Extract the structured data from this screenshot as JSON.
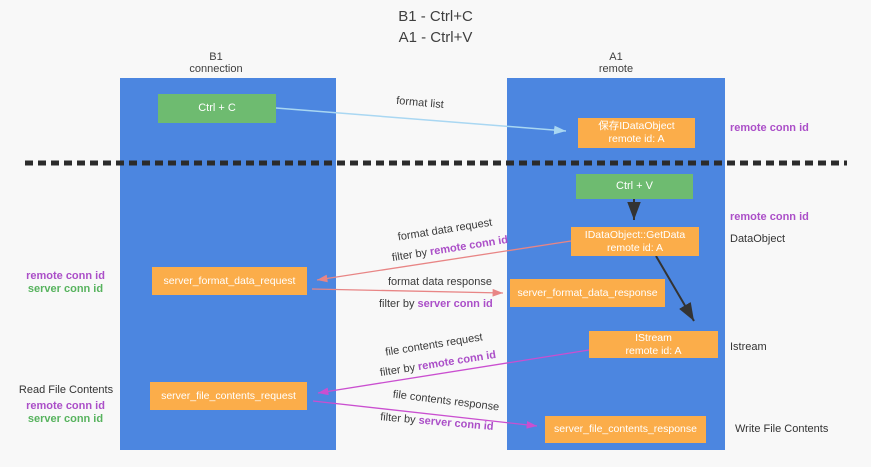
{
  "title": {
    "line1": "B1 - Ctrl+C",
    "line2": "A1 - Ctrl+V"
  },
  "lifelines": {
    "left": {
      "name": "B1",
      "role": "connection"
    },
    "right": {
      "name": "A1",
      "role": "remote"
    }
  },
  "boxes": {
    "ctrl_c": {
      "label": "Ctrl + C"
    },
    "save_dataobject": {
      "line1": "保存IDataObject",
      "line2": "remote id: A"
    },
    "ctrl_v": {
      "label": "Ctrl + V"
    },
    "getdata": {
      "line1": "IDataObject::GetData",
      "line2": "remote id: A"
    },
    "istream": {
      "line1": "IStream",
      "line2": "remote id: A"
    },
    "format_request": {
      "label": "server_format_data_request"
    },
    "format_response": {
      "label": "server_format_data_response"
    },
    "file_request": {
      "label": "server_file_contents_request"
    },
    "file_response": {
      "label": "server_file_contents_response"
    }
  },
  "annotations": {
    "right_top_conn_id": "remote conn id",
    "right_mid_conn_id": "remote conn id",
    "right_dataobject": "DataObject",
    "right_istream": "Istream",
    "right_write": "Write File Contents",
    "left_top": {
      "remote": "remote conn id",
      "server": "server conn id"
    },
    "left_bottom_title": "Read File Contents",
    "left_bottom": {
      "remote": "remote conn id",
      "server": "server conn id"
    }
  },
  "arrow_labels": {
    "format_list": "format list",
    "format_data_request": "format data request",
    "format_data_response": "format data response",
    "file_contents_request": "file contents request",
    "file_contents_response": "file contents response",
    "filter_prefix": "filter by",
    "remote_conn_id": "remote conn id",
    "server_conn_id": "server conn id"
  },
  "colors": {
    "lifeline_blue": "#4c86e0",
    "key_green": "#6ebb70",
    "message_orange": "#fbad4a",
    "remote_conn_id_purple": "#ab4fc8",
    "server_conn_id_green": "#57b35e",
    "format_arrow_salmon": "#e88585",
    "file_arrow_magenta": "#ca4fd0",
    "format_list_blue": "#a9d7f2",
    "sync_arrow_black": "#333333",
    "divider_black": "#2b2b2b"
  }
}
